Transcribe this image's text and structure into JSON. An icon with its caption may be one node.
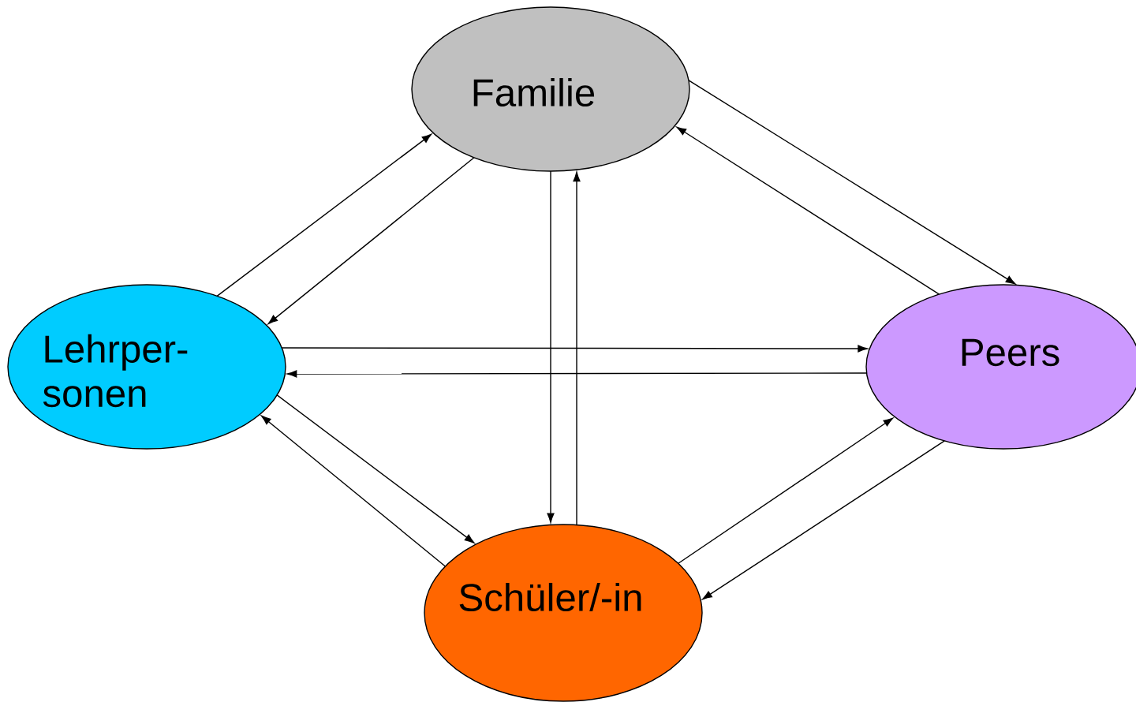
{
  "diagram": {
    "nodes": [
      {
        "text": [
          "Familie"
        ]
      },
      {
        "text": [
          "Lehrper- sonen"
        ]
      },
      {
        "text": [
          "Peers"
        ]
      },
      {
        "text": [
          "Schüler/-in"
        ]
      }
    ],
    "edges": [
      {
        "from": 1,
        "to": 0,
        "arrow": "to"
      },
      {
        "from": 0,
        "to": 1,
        "arrow": "to"
      },
      {
        "from": 0,
        "to": 2,
        "arrow": "to"
      },
      {
        "from": 2,
        "to": 0,
        "arrow": "to"
      },
      {
        "from": 1,
        "to": 2,
        "arrow": "to"
      },
      {
        "from": 2,
        "to": 1,
        "arrow": "to"
      },
      {
        "from": 0,
        "to": 3,
        "arrow": "to"
      },
      {
        "from": 3,
        "to": 0,
        "arrow": "to"
      },
      {
        "from": 1,
        "to": 3,
        "arrow": "to"
      },
      {
        "from": 3,
        "to": 1,
        "arrow": "to"
      },
      {
        "from": 3,
        "to": 2,
        "arrow": "to"
      },
      {
        "from": 2,
        "to": 3,
        "arrow": "to"
      }
    ]
  }
}
